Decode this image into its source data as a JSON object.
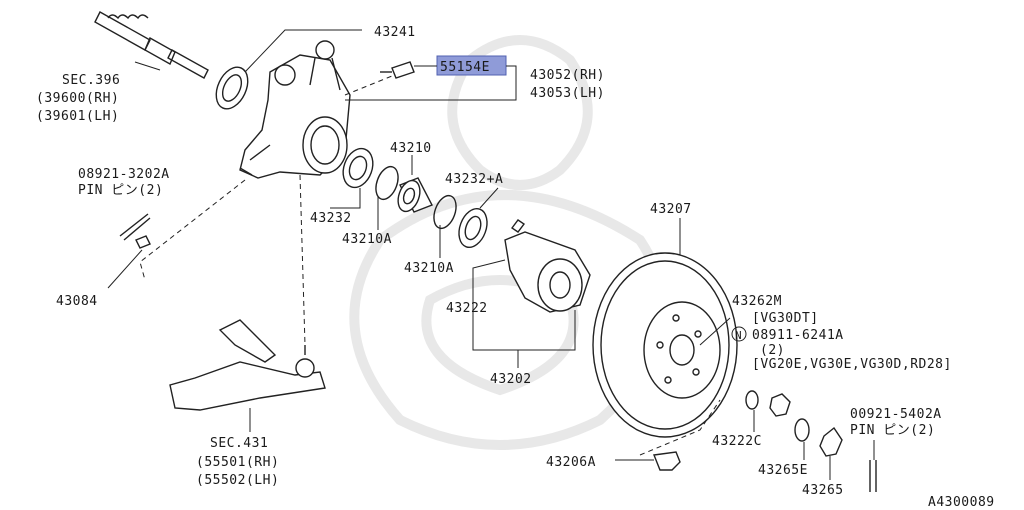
{
  "diagram_id": "A4300089",
  "highlight_color": "#8f9bd8",
  "labels": {
    "p43241": "43241",
    "p55154e": "55154E",
    "p43052": "43052(RH)",
    "p43053": "43053(LH)",
    "sec396": "SEC.396",
    "p39600": "(39600(RH)",
    "p39601": "(39601(LH)",
    "p08921": "08921-3202A",
    "pin1": "PIN ピン(2)",
    "p43210": "43210",
    "p43232a": "43232+A",
    "p43232": "43232",
    "p43210a_1": "43210A",
    "p43210a_2": "43210A",
    "p43207": "43207",
    "p43084": "43084",
    "p43222": "43222",
    "p43262m": "43262M",
    "vg30dt": "[VG30DT]",
    "n_mark": "N",
    "p08911": "08911-6241A",
    "qty2": "(2)",
    "vg20e": "[VG20E,VG30E,VG30D,RD28]",
    "p43202": "43202",
    "sec431": "SEC.431",
    "p55501": "(55501(RH)",
    "p55502": "(55502(LH)",
    "p43222c": "43222C",
    "p00921": "00921-5402A",
    "pin2": "PIN ピン(2)",
    "p43206a": "43206A",
    "p43265e": "43265E",
    "p43265": "43265"
  }
}
